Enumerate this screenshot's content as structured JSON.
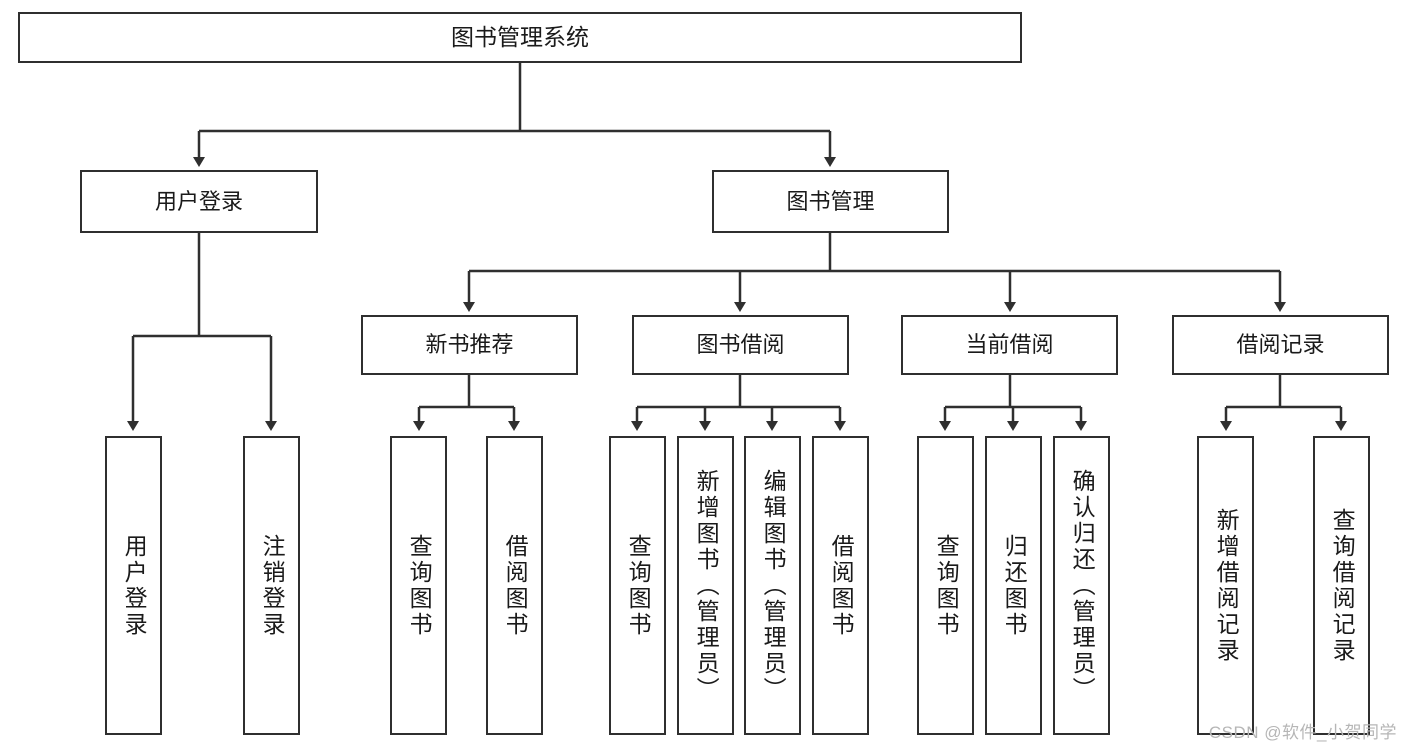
{
  "diagram": {
    "type": "tree-hierarchy",
    "title": "图书管理系统",
    "watermark": "CSDN @软件_小贺同学",
    "colors": {
      "stroke": "#2f2f2f",
      "fill": "#ffffff",
      "text": "#1a1a1a",
      "watermark": "#b6b6b6"
    },
    "nodes": {
      "root": {
        "label": "图书管理系统"
      },
      "level2": [
        {
          "label": "用户登录"
        },
        {
          "label": "图书管理"
        }
      ],
      "level3": [
        {
          "label": "新书推荐"
        },
        {
          "label": "图书借阅"
        },
        {
          "label": "当前借阅"
        },
        {
          "label": "借阅记录"
        }
      ],
      "leaves_user_login": [
        {
          "label": "用户登录"
        },
        {
          "label": "注销登录"
        }
      ],
      "leaves_new_books": [
        {
          "label": "查询图书"
        },
        {
          "label": "借阅图书"
        }
      ],
      "leaves_borrow": [
        {
          "label": "查询图书"
        },
        {
          "label": "新增图书（管理员）"
        },
        {
          "label": "编辑图书（管理员）"
        },
        {
          "label": "借阅图书"
        }
      ],
      "leaves_current": [
        {
          "label": "查询图书"
        },
        {
          "label": "归还图书"
        },
        {
          "label": "确认归还（管理员）"
        }
      ],
      "leaves_records": [
        {
          "label": "新增借阅记录"
        },
        {
          "label": "查询借阅记录"
        }
      ]
    }
  }
}
